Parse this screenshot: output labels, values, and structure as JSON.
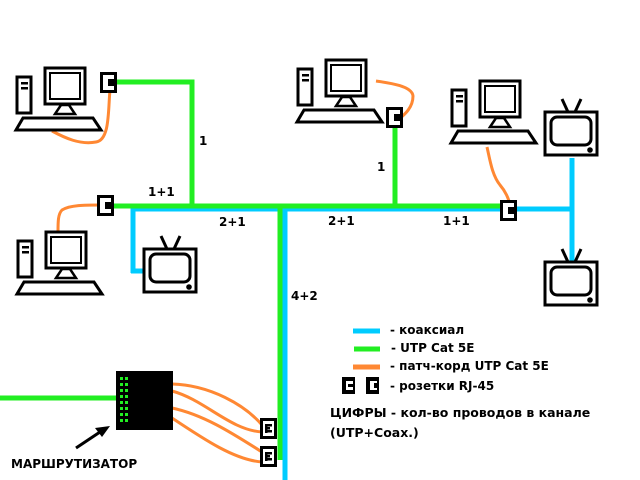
{
  "colors": {
    "coax": "#00ccff",
    "utp": "#22ee22",
    "patch": "#ff8833",
    "outline": "#000000",
    "router_led": "#22ee22"
  },
  "channel_labels": {
    "top_left_vertical": "1",
    "left_segment": "1+1",
    "segment_2_left": "2+1",
    "segment_2_mid": "2+1",
    "segment_right": "1+1",
    "mid_vertical": "1",
    "down_riser": "4+2"
  },
  "router": {
    "label": "МАРШРУТИЗАТОР"
  },
  "legend": {
    "items": [
      {
        "key": "coax",
        "label": "- коаксиал"
      },
      {
        "key": "utp",
        "label": "- UTP Cat 5E"
      },
      {
        "key": "patch",
        "label": "- патч-корд UTP Cat 5E"
      },
      {
        "key": "sockets",
        "label": "- розетки RJ-45"
      }
    ],
    "note_line1": "ЦИФРЫ - кол-во проводов в канале",
    "note_line2": "(UTP+Coax.)"
  },
  "devices": {
    "computers": [
      "pc-top-left",
      "pc-top-middle",
      "pc-top-right",
      "pc-left"
    ],
    "tvs": [
      "tv-left",
      "tv-right-top",
      "tv-right-bottom"
    ]
  }
}
